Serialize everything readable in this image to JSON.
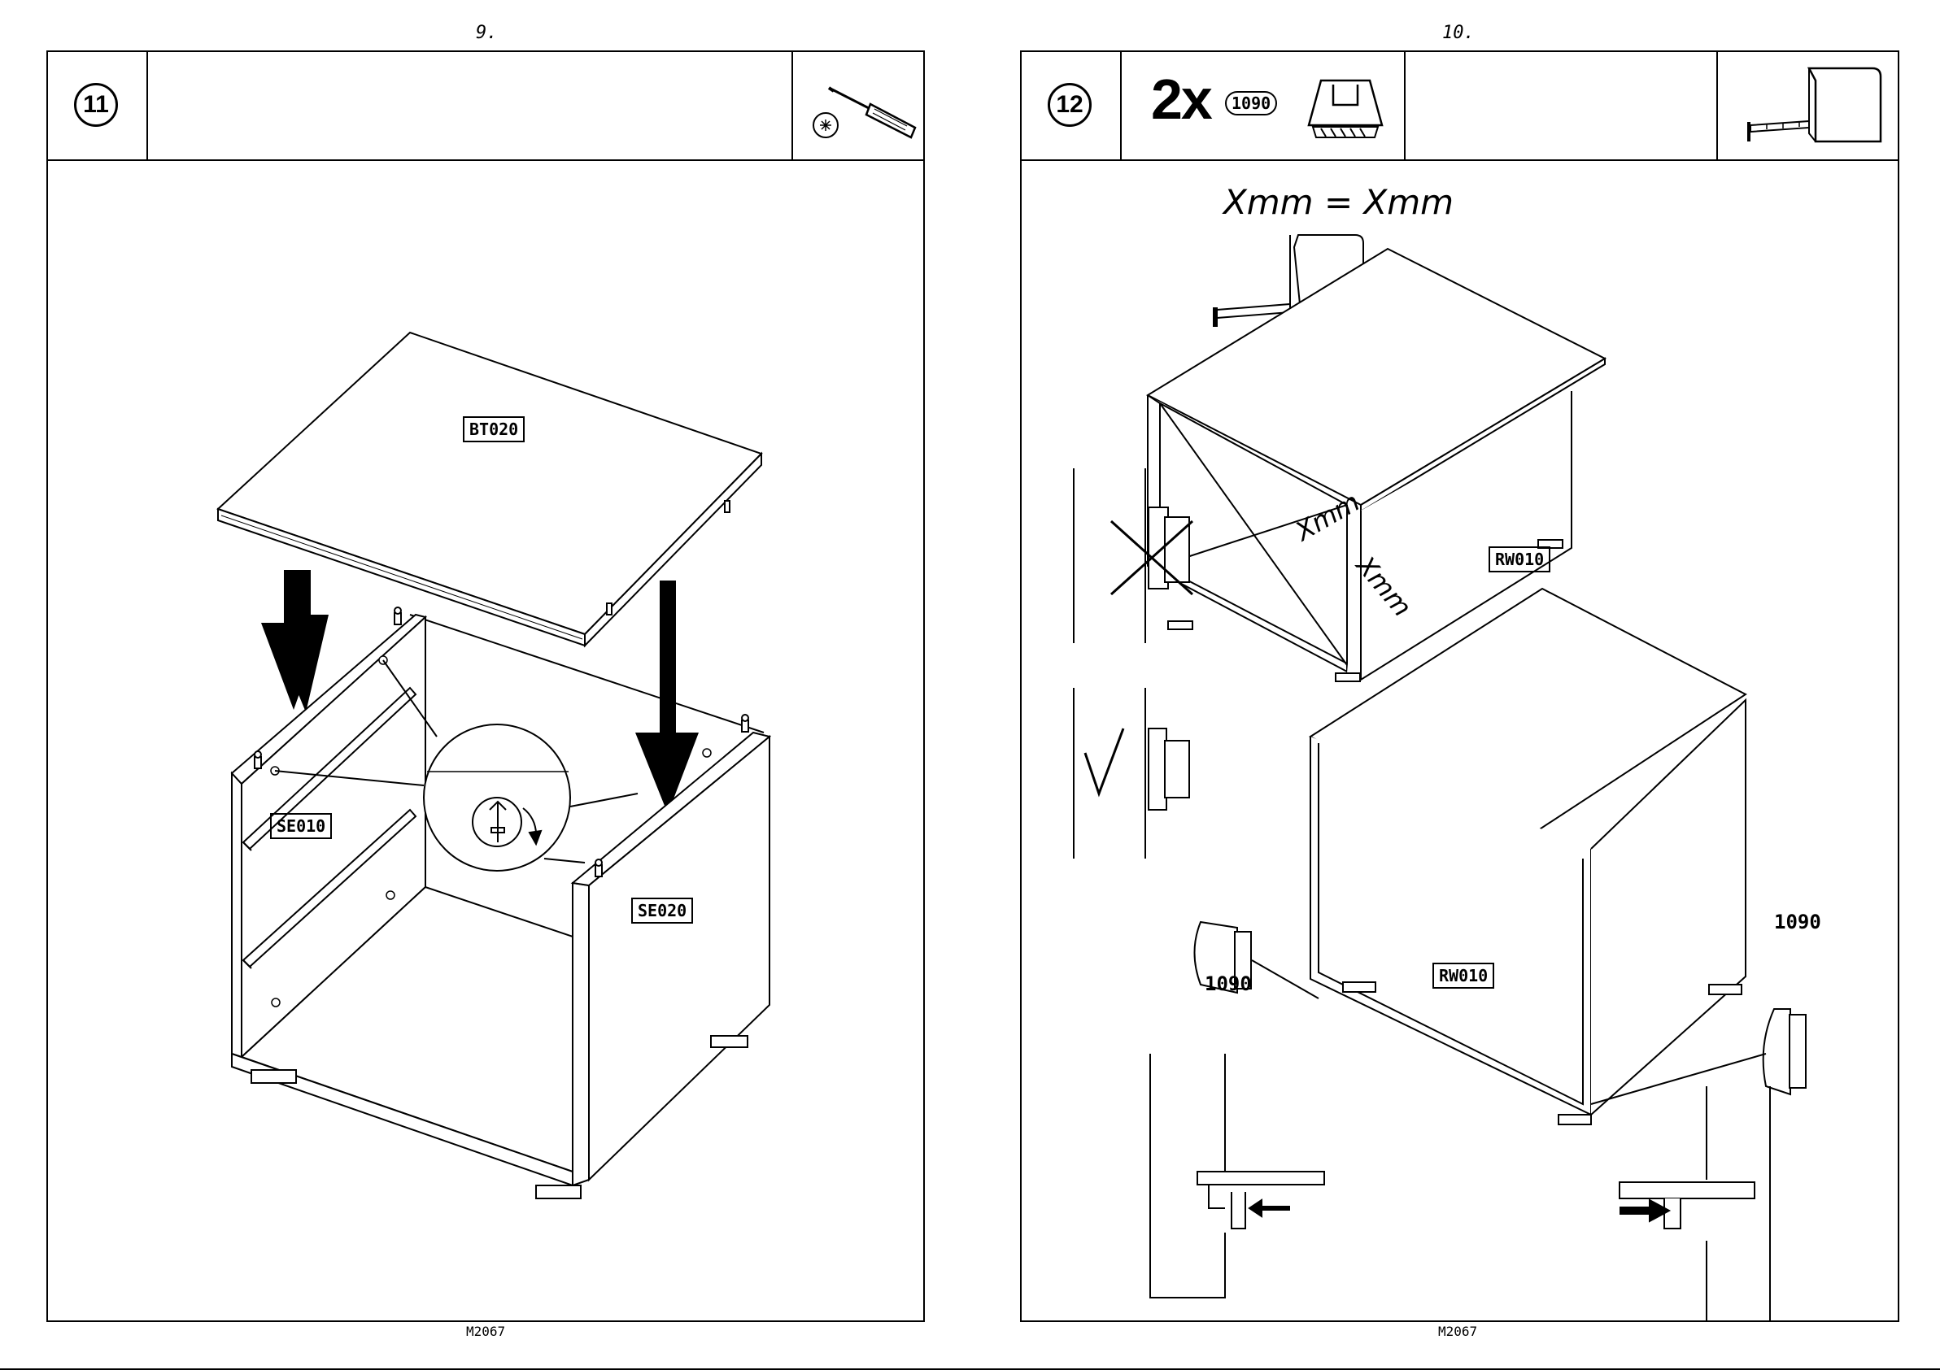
{
  "left_page": {
    "page_number": "9.",
    "step_number": "11",
    "footer_code": "M2067",
    "tool_icon": "phillips-screwdriver-icon",
    "labels": {
      "top": "BT020",
      "side_left": "SE010",
      "side_right": "SE020"
    }
  },
  "right_page": {
    "page_number": "10.",
    "step_number": "12",
    "footer_code": "M2067",
    "quantity": "2x",
    "part_code": "1090",
    "part_icon": "back-panel-clip-icon",
    "tool_icon": "tape-measure-icon",
    "measure_text": "Xmm = Xmm",
    "diagonal_label": "Xmm",
    "labels": {
      "back_top": "RW010",
      "back_bottom": "RW010",
      "clip_left": "1090",
      "clip_right": "1090"
    }
  }
}
